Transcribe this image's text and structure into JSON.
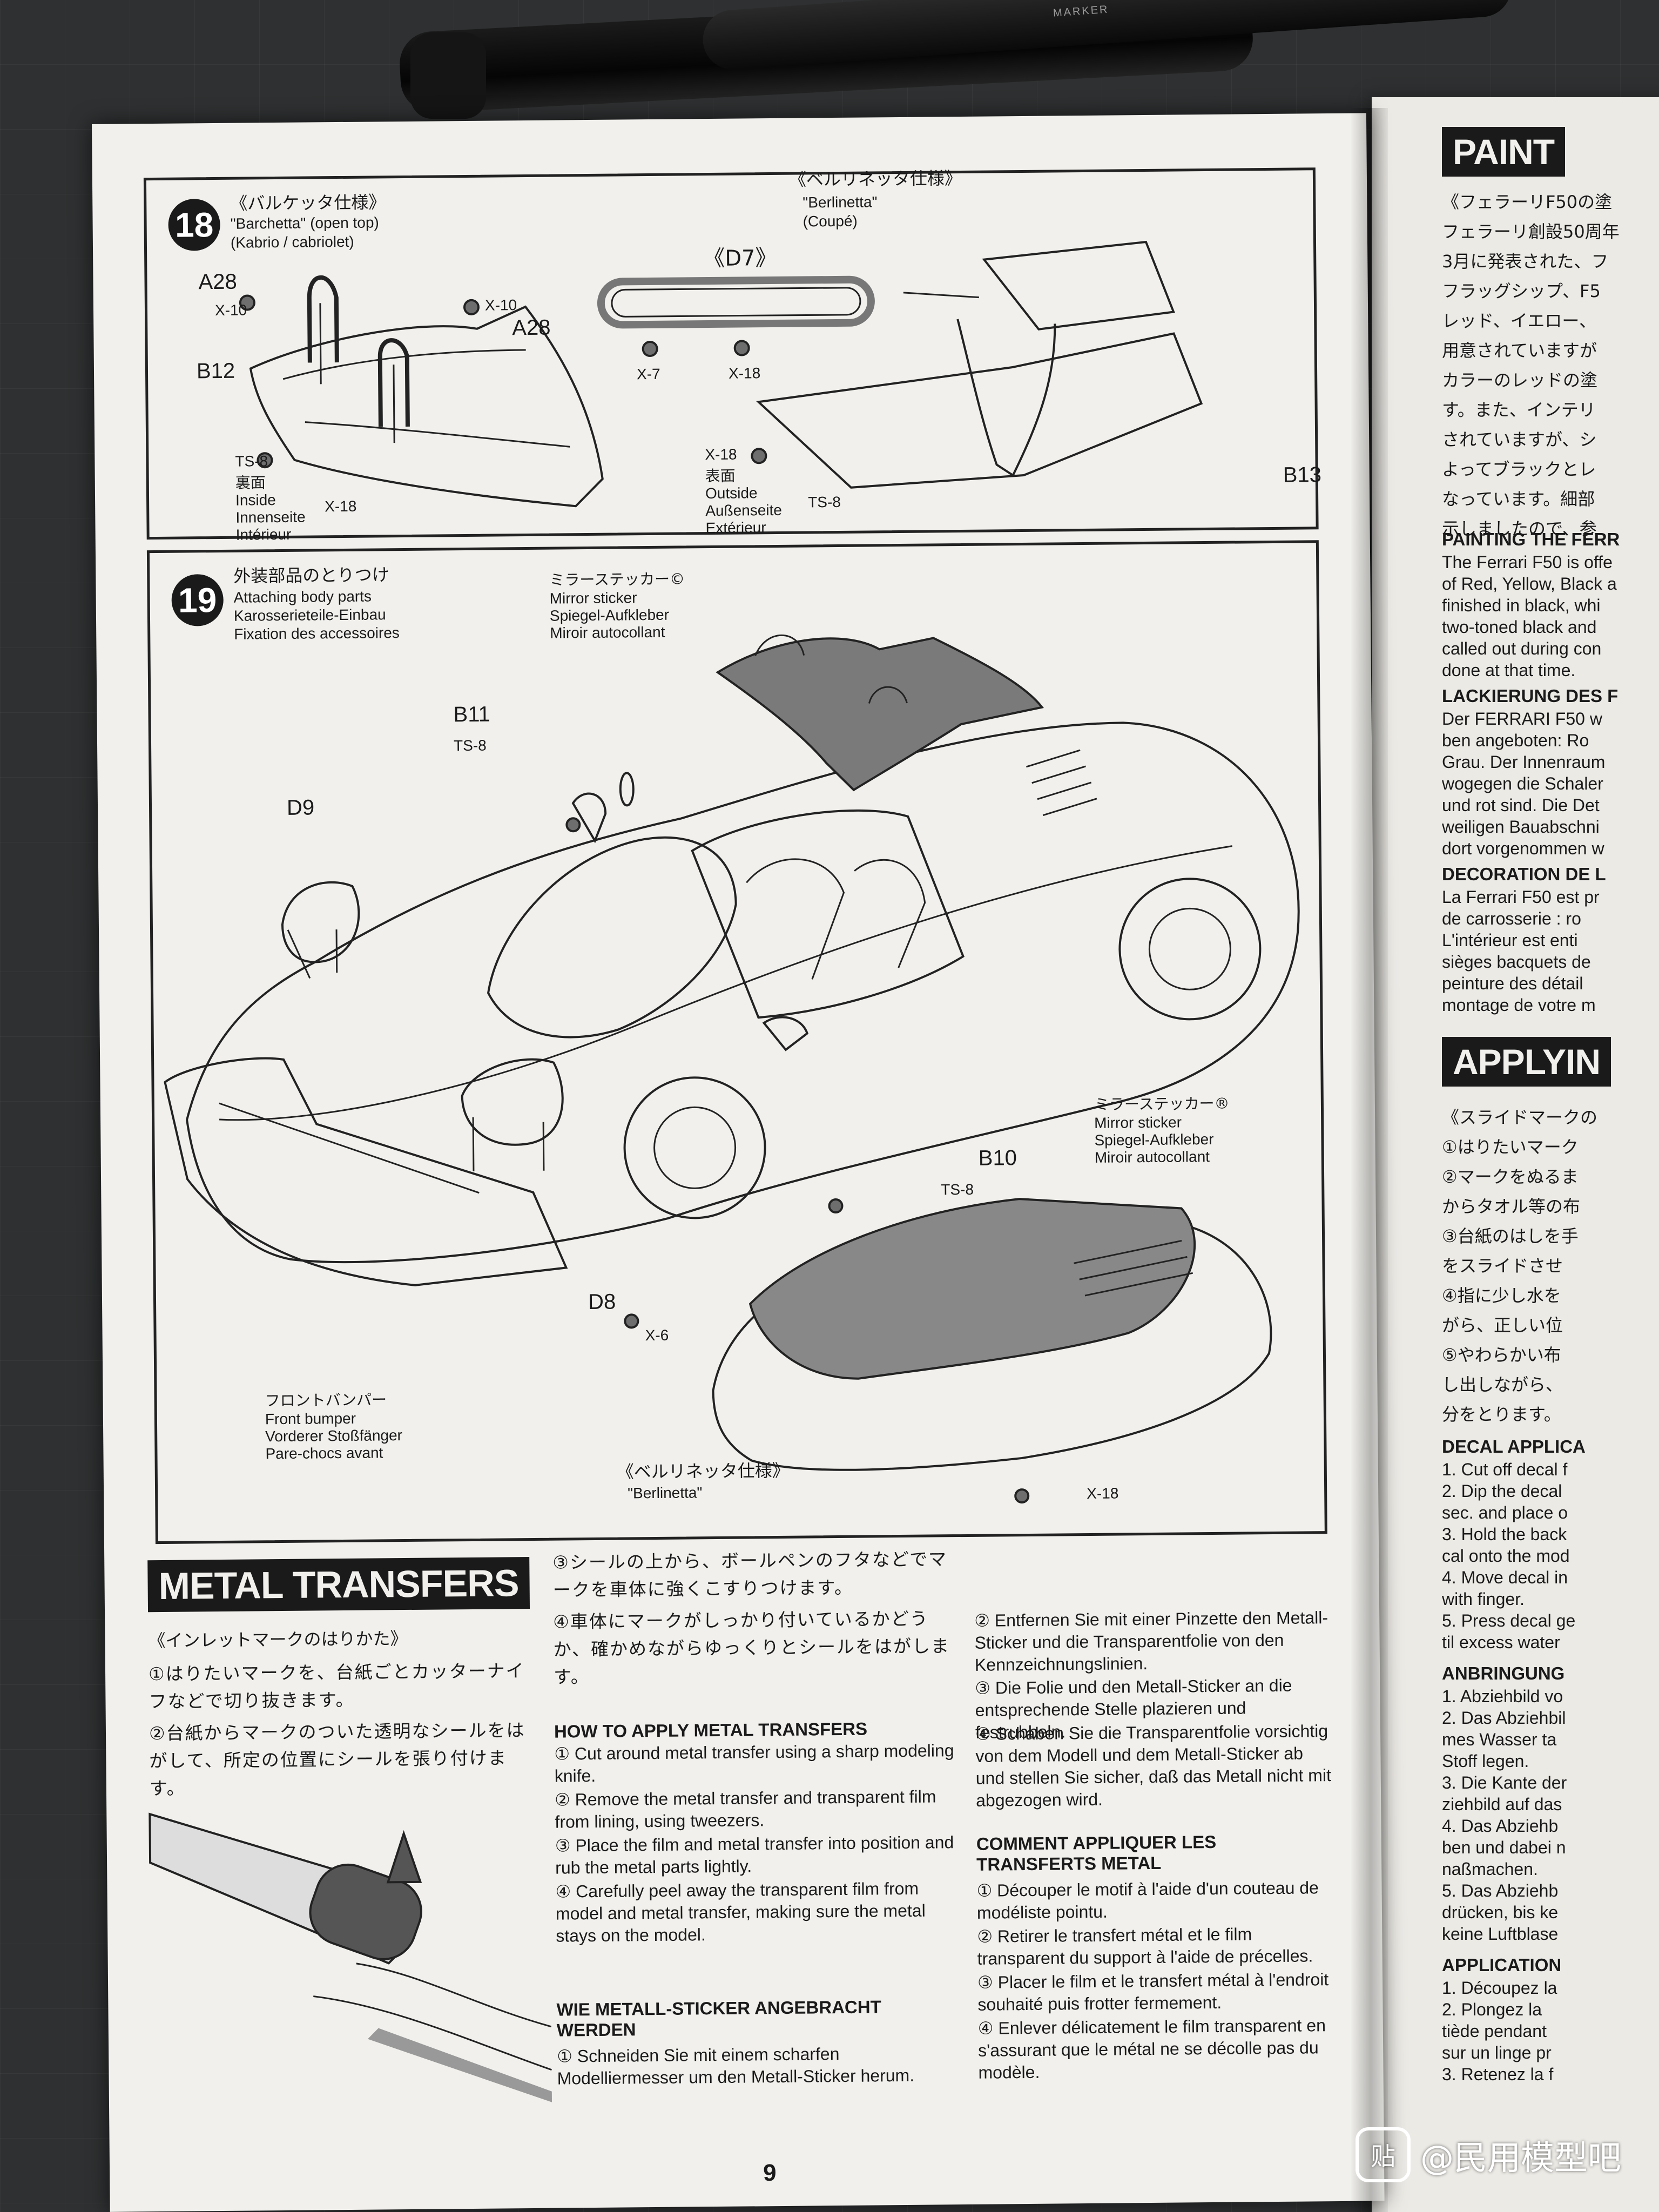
{
  "step18": {
    "number": "18",
    "barchetta_jp": "《バルケッタ仕様》",
    "barchetta_en": "\"Barchetta\" (open top)",
    "barchetta_de": "(Kabrio / cabriolet)",
    "berlinetta_jp": "《ベルリネッタ仕様》",
    "berlinetta_en": "\"Berlinetta\"",
    "berlinetta_de": "(Coupé)",
    "d7": "《D7》",
    "labels": {
      "a28_left": "A28",
      "x10_left": "X-10",
      "x10_right": "X-10",
      "a28_right": "A28",
      "b12": "B12",
      "ts8": "TS-8",
      "x7": "X-7",
      "x18_top": "X-18",
      "x18_mid": "X-18",
      "b13": "B13",
      "ts8_right": "TS-8",
      "x18_inside": "X-18"
    },
    "inside": [
      "裏面",
      "Inside",
      "Innenseite",
      "Intérieur"
    ],
    "outside": [
      "表面",
      "Outside",
      "Außenseite",
      "Extérieur"
    ]
  },
  "step19": {
    "number": "19",
    "title": [
      "外装部品のとりつけ",
      "Attaching body parts",
      "Karosserieteile-Einbau",
      "Fixation des accessoires"
    ],
    "mirror_c": [
      "ミラーステッカー©",
      "Mirror sticker",
      "Spiegel-Aufkleber",
      "Miroir autocollant"
    ],
    "mirror_b": [
      "ミラーステッカー®",
      "Mirror sticker",
      "Spiegel-Aufkleber",
      "Miroir autocollant"
    ],
    "bumper": [
      "フロントバンパー",
      "Front bumper",
      "Vorderer Stoßfänger",
      "Pare-chocs avant"
    ],
    "berlinetta": [
      "《ベルリネッタ仕様》",
      "\"Berlinetta\""
    ],
    "labels": {
      "b11": "B11",
      "ts8_a": "TS-8",
      "d9": "D9",
      "b10": "B10",
      "ts8_b": "TS-8",
      "d8": "D8",
      "x6": "X-6",
      "x18": "X-18"
    }
  },
  "metal": {
    "title": "METAL TRANSFERS",
    "jp_title": "《インレットマークのはりかた》",
    "jp_1": "①はりたいマークを、台紙ごとカッターナイフなどで切り抜きます。",
    "jp_2": "②台紙からマークのついた透明なシールをはがして、所定の位置にシールを張り付けます。",
    "jp_3": "③シールの上から、ボールペンのフタなどでマークを車体に強くこすりつけます。",
    "jp_4": "④車体にマークがしっかり付いているかどうか、確かめながらゆっくりとシールをはがします。",
    "en_head": "HOW TO APPLY METAL TRANSFERS",
    "en_1": "① Cut around metal transfer using a sharp modeling knife.",
    "en_2": "② Remove the metal transfer and transparent film from lining, using tweezers.",
    "en_3": "③ Place the film and metal transfer into position and rub the metal parts lightly.",
    "en_4": "④ Carefully peel away the transparent film from model and metal transfer, making sure the metal stays on the model.",
    "de_head": "WIE METALL-STICKER ANGEBRACHT WERDEN",
    "de_1": "① Schneiden Sie mit einem scharfen Modelliermesser um den Metall-Sticker herum.",
    "de_2": "② Entfernen Sie mit einer Pinzette den Metall-Sticker und die Transparentfolie von den Kennzeichnungslinien.",
    "de_3": "③ Die Folie und den Metall-Sticker an die entsprechende Stelle plazieren und festrubbeln.",
    "de_4": "④ Schaben Sie die Transparentfolie vorsichtig von dem Modell und dem Metall-Sticker ab und stellen Sie sicher, daß das Metall nicht mit abgezogen wird.",
    "fr_head": "COMMENT APPLIQUER LES TRANSFERTS METAL",
    "fr_1": "① Découper le motif à l'aide d'un couteau de modéliste pointu.",
    "fr_2": "② Retirer le transfert métal et le film transparent du support à l'aide de précelles.",
    "fr_3": "③ Placer le film et le transfert métal à l'endroit souhaité puis frotter fermement.",
    "fr_4": "④ Enlever délicatement le film transparent en s'assurant que le métal ne se décolle pas du modèle."
  },
  "page_number": "9",
  "right_page": {
    "paint_title": "PAINT",
    "jp_intro": [
      "《フェラーリF50の塗",
      "フェラーリ創設50周年",
      "3月に発表された、フ",
      "フラッグシップ、F5",
      "レッド、イエロー、",
      "用意されていますが",
      "カラーのレッドの塗",
      "す。また、インテリ",
      "されていますが、シ",
      "よってブラックとレ",
      "なっています。細部",
      "示しましたので、参"
    ],
    "en_head": "PAINTING THE FERR",
    "en_text": [
      "The Ferrari F50 is offe",
      "of Red, Yellow, Black a",
      "finished in black, whi",
      "two-toned black and",
      "called out during con",
      "done at that time."
    ],
    "de_head": "LACKIERUNG DES F",
    "de_text": [
      "Der FERRARI F50 w",
      "ben angeboten: Ro",
      "Grau. Der Innenraum",
      "wogegen die Schaler",
      "und rot sind. Die Det",
      "weiligen Bauabschni",
      "dort vorgenommen w"
    ],
    "fr_head": "DECORATION DE L",
    "fr_text": [
      "La Ferrari F50 est pr",
      "de carrosserie : ro",
      "L'intérieur est enti",
      "sièges bacquets de",
      "peinture des détail",
      "montage de votre m"
    ],
    "applying_title": "APPLYIN",
    "jp_slide": [
      "《スライドマークの",
      "①はりたいマーク",
      "②マークをぬるま",
      "からタオル等の布",
      "③台紙のはしを手",
      "をスライドさせ",
      "④指に少し水を",
      "がら、正しい位",
      "⑤やわらかい布",
      "し出しながら、",
      "分をとります。"
    ],
    "decal_head": "DECAL APPLICA",
    "decal_text": [
      "1. Cut off decal f",
      "2. Dip the decal",
      "sec. and place o",
      "3. Hold the back",
      "cal onto the mod",
      "4. Move decal in",
      "with finger.",
      "5. Press decal ge",
      "til excess water"
    ],
    "anbr_head": "ANBRINGUNG",
    "anbr_text": [
      "1. Abziehbild vo",
      "2. Das Abziehbil",
      "mes Wasser ta",
      "Stoff legen.",
      "3. Die Kante der",
      "ziehbild auf das",
      "4. Das Abziehb",
      "ben und dabei n",
      "naßmachen.",
      "5. Das Abziehb",
      "drücken, bis ke",
      "keine Luftblase"
    ],
    "appl_head": "APPLICATION",
    "appl_text": [
      "1. Découpez la",
      "2. Plongez la",
      "tiède pendant",
      "sur un linge pr",
      "3. Retenez la f"
    ]
  },
  "pen": {
    "label": "MARKER"
  },
  "watermark": {
    "icon": "贴",
    "text": "@民用模型吧"
  }
}
